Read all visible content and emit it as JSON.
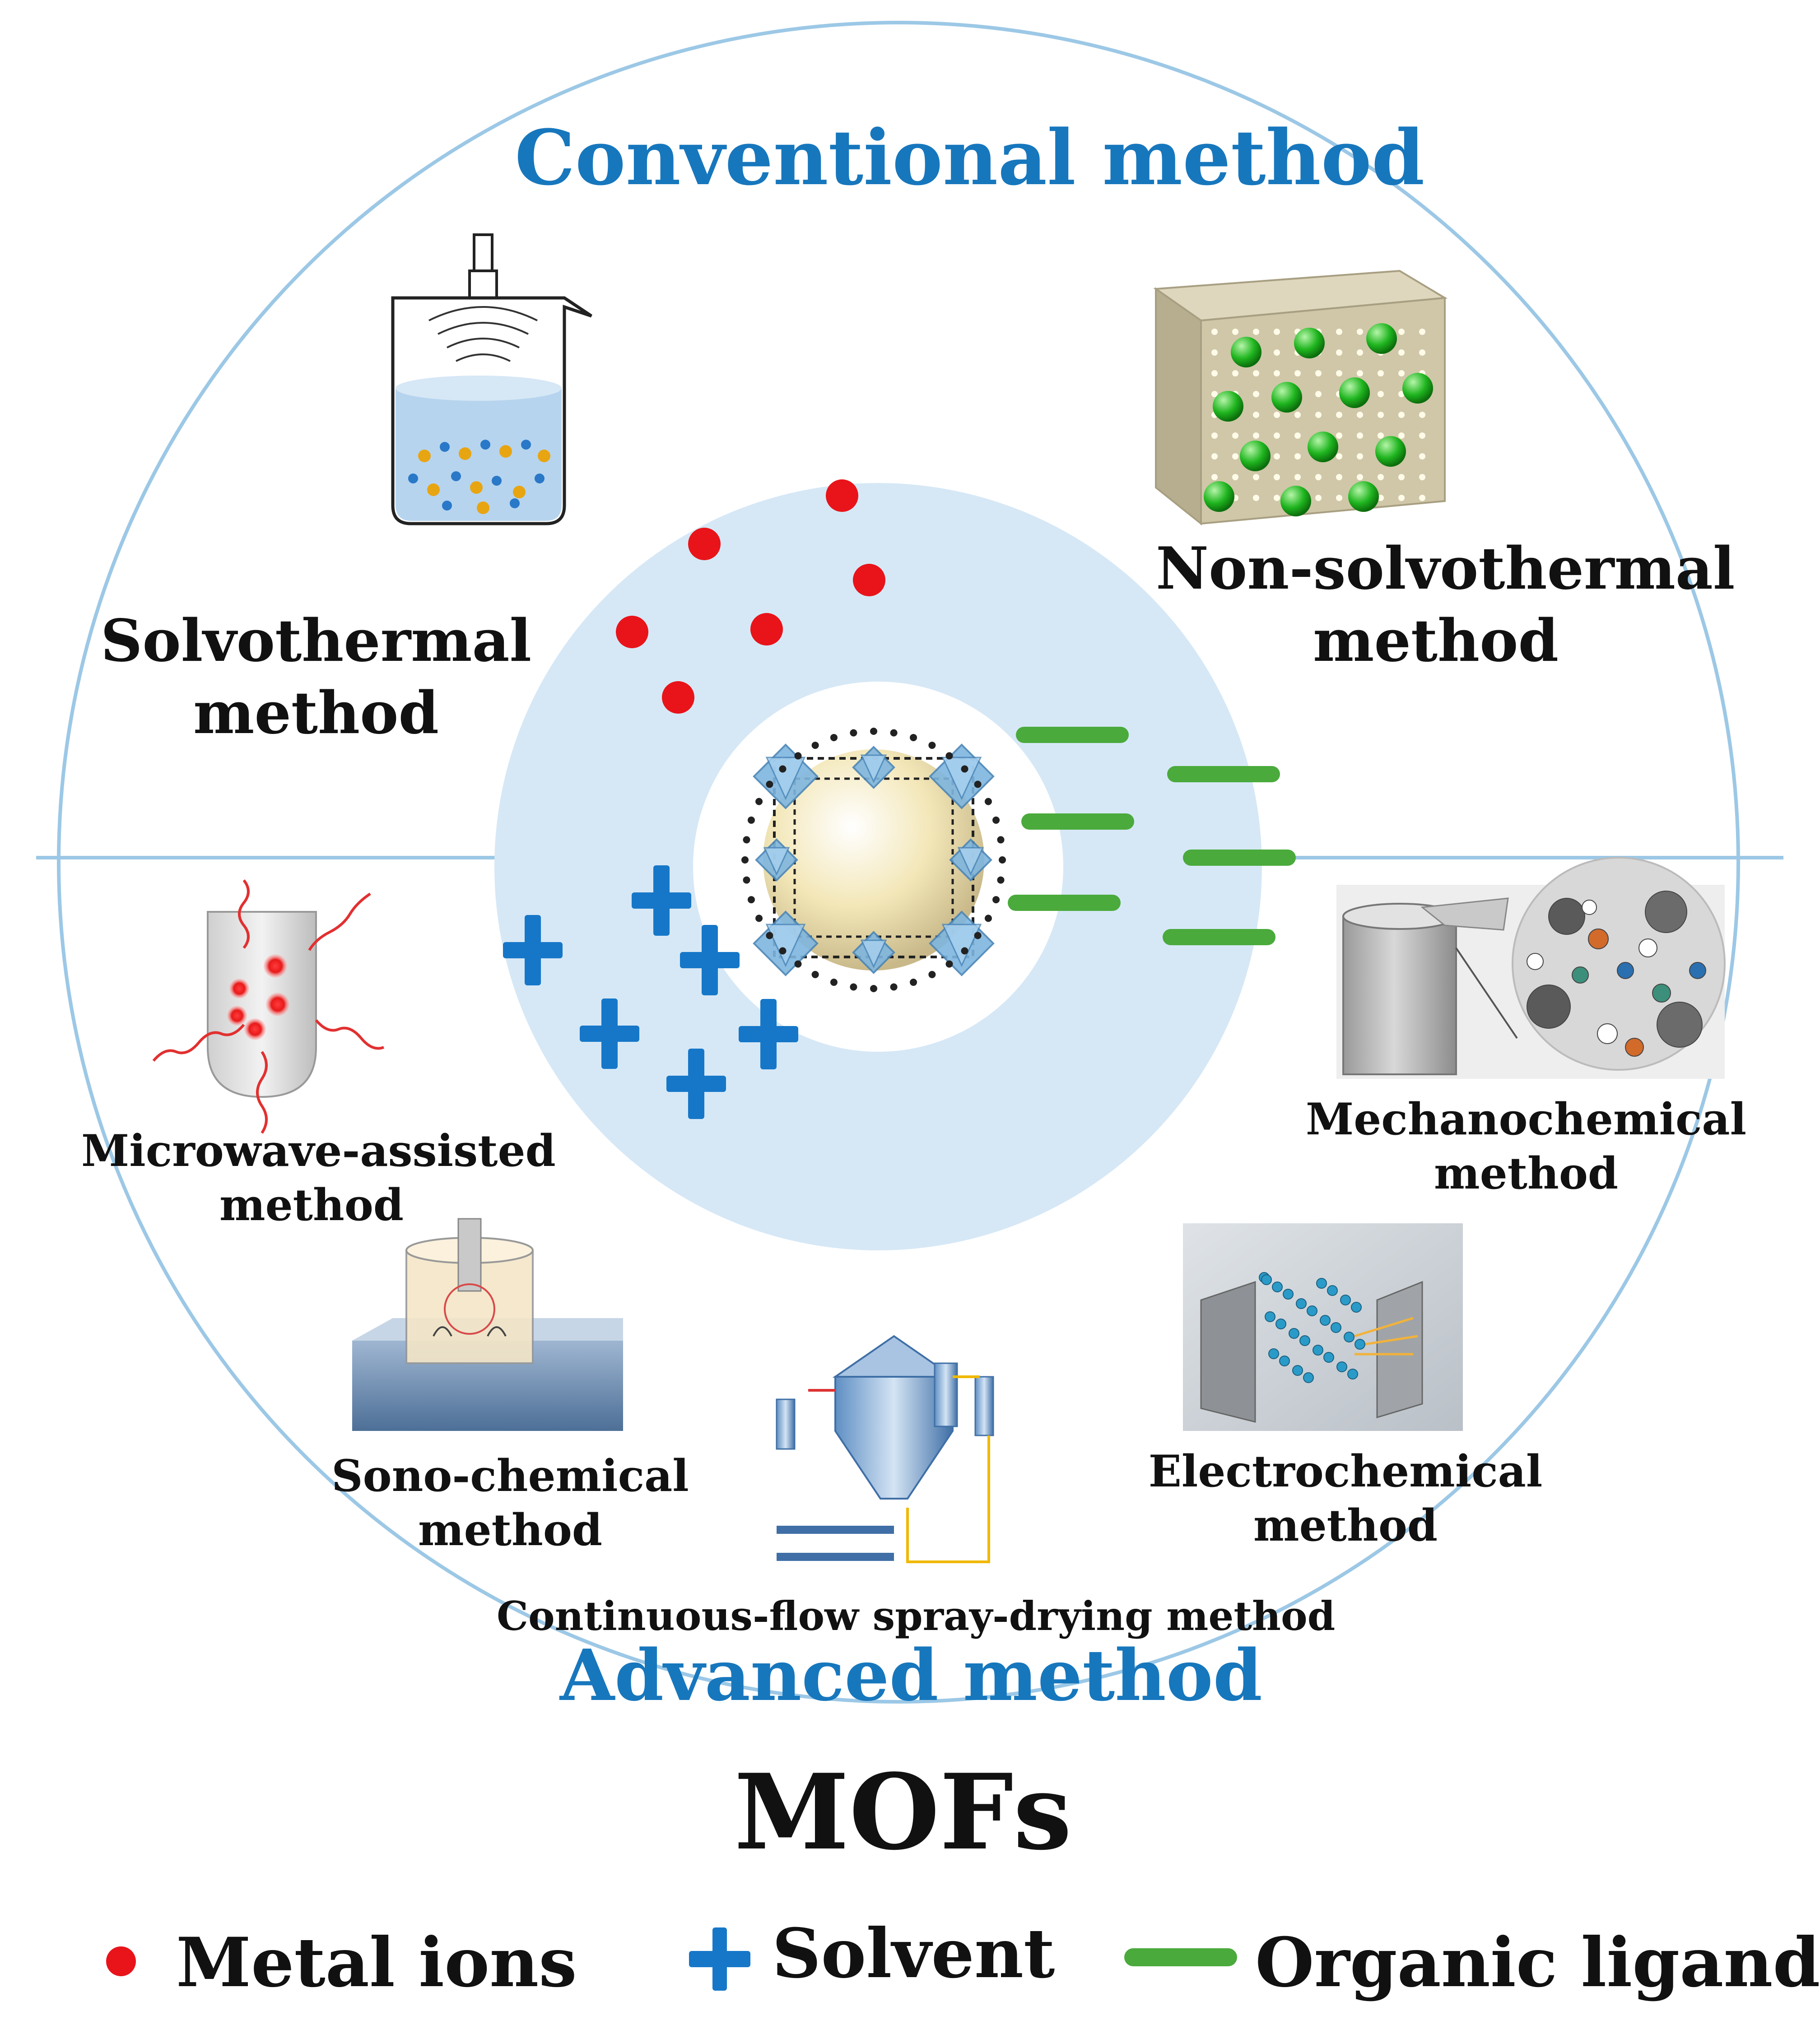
{
  "colors": {
    "ring_line": "#9cc8e6",
    "inner_ring_fill": "#d6e8f6",
    "title_blue": "#1777bd",
    "metal_ion": "#e8141a",
    "solvent": "#1677c8",
    "ligand": "#4aaa3c"
  },
  "titles": {
    "conventional": "Conventional method",
    "advanced": "Advanced method",
    "center": "MOFs"
  },
  "methods": {
    "solvothermal": {
      "line1": "Solvothermal",
      "line2": "method"
    },
    "non_solvothermal": {
      "line1": "Non-solvothermal",
      "line2": "method"
    },
    "microwave": {
      "line1": "Microwave-assisted",
      "line2": "method"
    },
    "mechanochemical": {
      "line1": "Mechanochemical",
      "line2": "method"
    },
    "sonochemical": {
      "line1": "Sono-chemical",
      "line2": "method"
    },
    "electrochemical": {
      "line1": "Electrochemical",
      "line2": "method"
    },
    "spray_drying": {
      "line1": "Continuous-flow spray-drying method"
    }
  },
  "legend": {
    "metal_ions": "Metal ions",
    "solvent": "Solvent",
    "organic_ligands": "Organic ligands"
  }
}
